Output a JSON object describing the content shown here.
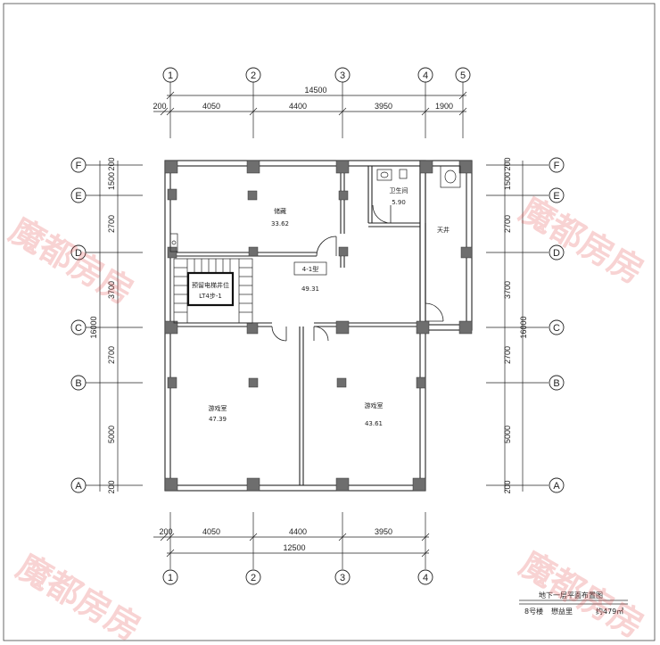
{
  "axes": {
    "numbers": [
      "1",
      "2",
      "3",
      "4",
      "5"
    ],
    "letters": [
      "F",
      "E",
      "D",
      "C",
      "B",
      "A"
    ]
  },
  "top_dims": {
    "total": "14500",
    "offset": "200",
    "segments": [
      "4050",
      "4400",
      "3950",
      "1900"
    ]
  },
  "bottom_dims": {
    "total": "12500",
    "offset": "200",
    "segments": [
      "4050",
      "4400",
      "3950"
    ]
  },
  "side_dims": {
    "total": "16000",
    "segments": [
      "200",
      "1500",
      "2700",
      "3700",
      "2700",
      "5000",
      "200"
    ]
  },
  "rooms": {
    "storage_name": "储藏",
    "storage_area": "33.62",
    "bathroom_name": "卫生间",
    "bathroom_area": "5.90",
    "patio_name": "天井",
    "unit_label": "4-1型",
    "hall_area": "49.31",
    "game_left_name": "游戏室",
    "game_left_area": "47.39",
    "game_right_name": "游戏室",
    "game_right_area": "43.61",
    "stair_note": "预留电梯井位",
    "stair_code": "LT4步-1"
  },
  "title_block": {
    "title": "地下一层平面布置图",
    "building": "8号楼",
    "estate": "懋益里",
    "area": "约479㎡"
  },
  "watermark": "魔都房房"
}
